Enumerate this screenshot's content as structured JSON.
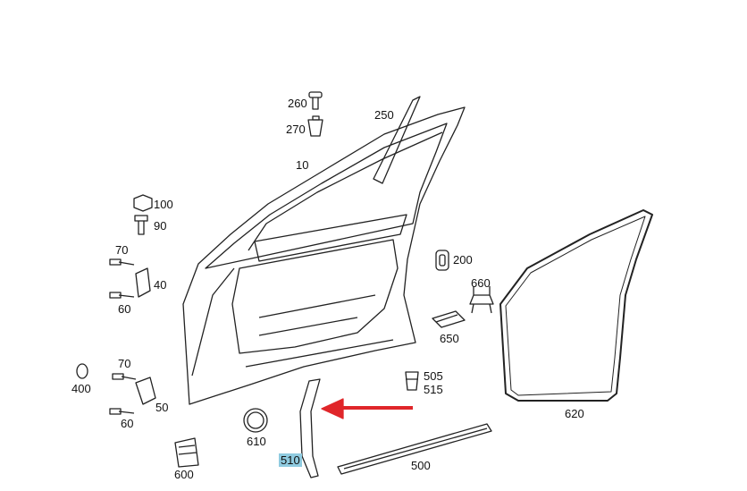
{
  "diagram": {
    "highlight_color": "#8fcbe0",
    "arrow_color": "#e0262a",
    "highlighted_part": "510",
    "labels": {
      "p260": "260",
      "p270": "270",
      "p250": "250",
      "p10": "10",
      "p100": "100",
      "p90": "90",
      "p70a": "70",
      "p40": "40",
      "p60a": "60",
      "p200": "200",
      "p660": "660",
      "p650": "650",
      "p505": "505",
      "p515": "515",
      "p400": "400",
      "p70b": "70",
      "p50": "50",
      "p60b": "60",
      "p610": "610",
      "p620": "620",
      "p510": "510",
      "p500": "500",
      "p600": "600"
    }
  }
}
